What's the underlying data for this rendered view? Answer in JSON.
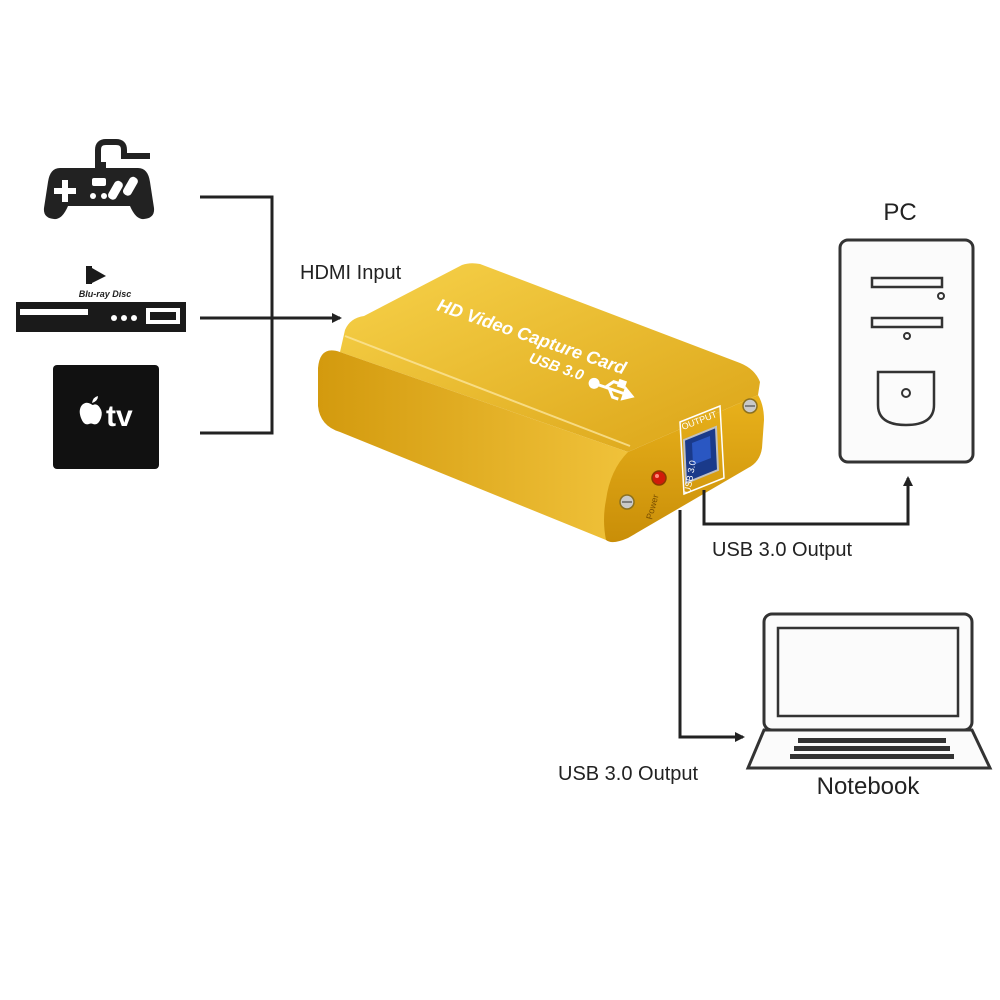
{
  "labels": {
    "hdmi_input": "HDMI Input",
    "pc": "PC",
    "usb_output_pc": "USB 3.0 Output",
    "usb_output_notebook": "USB 3.0 Output",
    "notebook": "Notebook"
  },
  "capture_card": {
    "title": "HD Video Capture Card",
    "usb_version": "USB 3.0",
    "port_top_label": "OUTPUT",
    "port_side_label": "USB 3.0",
    "power_label": "Power"
  },
  "sources": {
    "bluray_logo": "Blu-ray Disc",
    "appletv_text": "tv"
  },
  "colors": {
    "card_gold": "#e8b828",
    "line": "#222222",
    "tv_box": "#111111"
  },
  "icons": [
    "gamepad-icon",
    "bluray-player-icon",
    "apple-tv-icon",
    "pc-tower-icon",
    "laptop-icon",
    "usb-symbol-icon",
    "arrow-icon"
  ]
}
